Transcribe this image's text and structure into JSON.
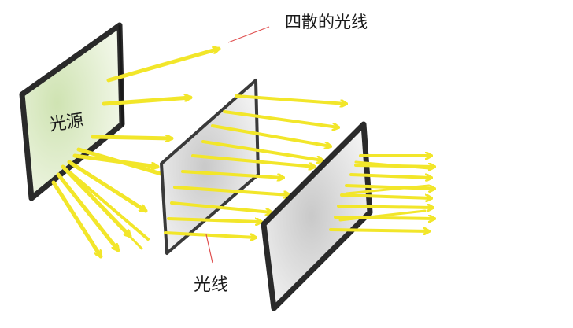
{
  "labels": {
    "scatter_light": "四散的光线",
    "light_source": "光源",
    "light_rays": "光线"
  },
  "colors": {
    "ray": "#f2e62a",
    "panel_border": "#2a2a2a",
    "source_fill": "#dcebc8",
    "panel_fill": "#e6e6e6",
    "pointer_line": "#e05050",
    "label_text": "#1a1a1a",
    "background": "#ffffff"
  }
}
